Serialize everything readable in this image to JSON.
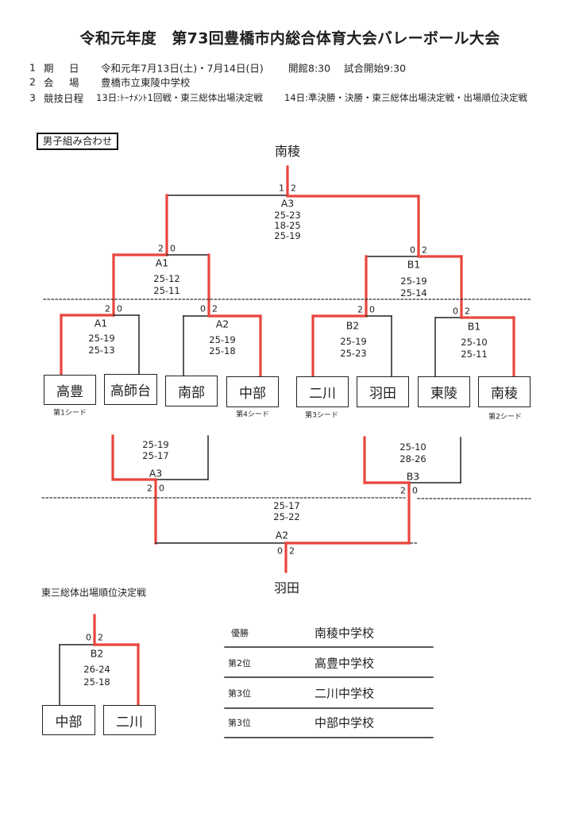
{
  "colors": {
    "winner_line": "#e8453c",
    "line": "#222222"
  },
  "header": {
    "title": "令和元年度　第73回豊橋市内総合体育大会バレーボール大会",
    "info": [
      {
        "num": "1",
        "label_a": "期",
        "label_b": "日",
        "value": "令和元年7月13日(土)・7月14日(日)",
        "extra1": "開館8:30",
        "extra2": "試合開始9:30"
      },
      {
        "num": "2",
        "label_a": "会",
        "label_b": "場",
        "value": "豊橋市立東陵中学校"
      },
      {
        "num": "3",
        "label": "競技日程",
        "day1": "13日:ﾄｰﾅﾒﾝﾄ1回戦・東三総体出場決定戦",
        "day2": "14日:準決勝・決勝・東三総体出場決定戦・出場順位決定戦"
      }
    ]
  },
  "section_label": "男子組み合わせ",
  "bracket": {
    "champion": "南稜",
    "final": {
      "code": "A3",
      "score_left": "1",
      "score_right": "2",
      "sets": [
        "25-23",
        "18-25",
        "25-19"
      ]
    },
    "semi_left": {
      "code": "A1",
      "score_left": "2",
      "score_right": "0",
      "sets": [
        "25-12",
        "25-11"
      ]
    },
    "semi_right": {
      "code": "B1",
      "score_left": "0",
      "score_right": "2",
      "sets": [
        "25-19",
        "25-14"
      ]
    },
    "round1": [
      {
        "code": "A1",
        "score_left": "2",
        "score_right": "0",
        "sets": [
          "25-19",
          "25-13"
        ]
      },
      {
        "code": "A2",
        "score_left": "0",
        "score_right": "2",
        "sets": [
          "25-19",
          "25-18"
        ]
      },
      {
        "code": "B2",
        "score_left": "2",
        "score_right": "0",
        "sets": [
          "25-19",
          "25-23"
        ]
      },
      {
        "code": "B1",
        "score_left": "0",
        "score_right": "2",
        "sets": [
          "25-10",
          "25-11"
        ]
      }
    ],
    "teams": [
      {
        "name": "高豊",
        "seed": "第1シード"
      },
      {
        "name": "高師台"
      },
      {
        "name": "南部"
      },
      {
        "name": "中部",
        "seed": "第4シード"
      },
      {
        "name": "二川",
        "seed": "第3シード"
      },
      {
        "name": "羽田"
      },
      {
        "name": "東陵"
      },
      {
        "name": "南稜",
        "seed": "第2シード"
      }
    ]
  },
  "consolation": {
    "left": {
      "code": "A3",
      "score_left": "2",
      "score_right": "0",
      "sets": [
        "25-19",
        "25-17"
      ]
    },
    "right": {
      "code": "B3",
      "score_left": "2",
      "score_right": "0",
      "sets": [
        "25-10",
        "28-26"
      ]
    },
    "final": {
      "code": "A2",
      "score_left": "0",
      "score_right": "2",
      "sets": [
        "25-17",
        "25-22"
      ]
    },
    "winner": "羽田"
  },
  "placement": {
    "title": "東三総体出場順位決定戦",
    "match": {
      "code": "B2",
      "score_left": "0",
      "score_right": "2",
      "sets": [
        "26-24",
        "25-18"
      ]
    },
    "teams": [
      "中部",
      "二川"
    ]
  },
  "standings": [
    {
      "rank": "優勝",
      "school": "南稜中学校"
    },
    {
      "rank": "第2位",
      "school": "高豊中学校"
    },
    {
      "rank": "第3位",
      "school": "二川中学校"
    },
    {
      "rank": "第3位",
      "school": "中部中学校"
    }
  ]
}
